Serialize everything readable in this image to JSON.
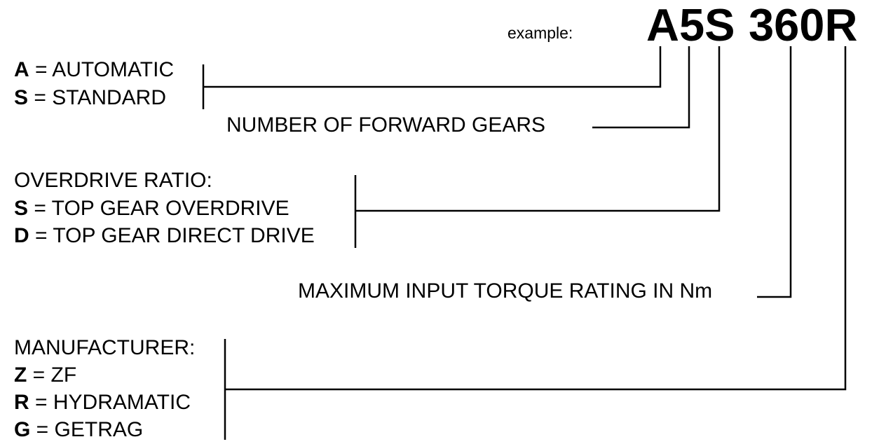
{
  "example": {
    "label": "example:",
    "code_part1": "A5S",
    "code_part2": "360R"
  },
  "type": {
    "items": [
      {
        "letter": "A",
        "sep": " = ",
        "text": "AUTOMATIC"
      },
      {
        "letter": "S",
        "sep": " = ",
        "text": "STANDARD"
      }
    ]
  },
  "gears": {
    "label": "NUMBER OF FORWARD GEARS"
  },
  "overdrive": {
    "heading": "OVERDRIVE RATIO:",
    "items": [
      {
        "letter": "S",
        "sep": " = ",
        "text": "TOP GEAR OVERDRIVE"
      },
      {
        "letter": "D",
        "sep": " = ",
        "text": "TOP GEAR DIRECT DRIVE"
      }
    ]
  },
  "torque": {
    "label": "MAXIMUM INPUT TORQUE RATING IN Nm"
  },
  "manufacturer": {
    "heading": "MANUFACTURER:",
    "items": [
      {
        "letter": "Z",
        "sep": " = ",
        "text": "ZF"
      },
      {
        "letter": "R",
        "sep": " = ",
        "text": "HYDRAMATIC"
      },
      {
        "letter": "G",
        "sep": " = ",
        "text": "GETRAG"
      }
    ]
  }
}
